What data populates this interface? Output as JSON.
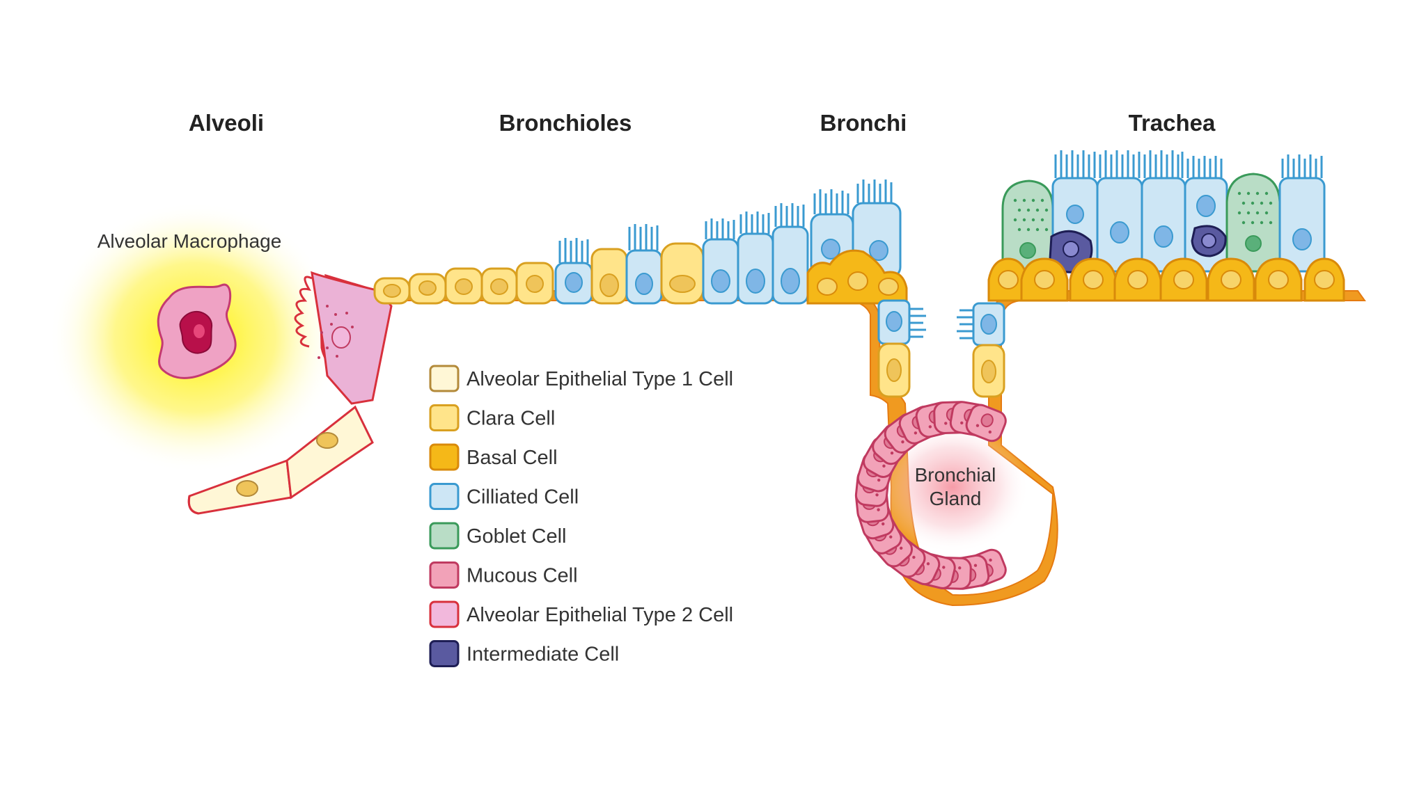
{
  "regions": {
    "alveoli": "Alveoli",
    "bronchioles": "Bronchioles",
    "bronchi": "Bronchi",
    "trachea": "Trachea"
  },
  "annotations": {
    "macrophage": "Alveolar Macrophage",
    "gland_line1": "Bronchial",
    "gland_line2": "Gland"
  },
  "legend": [
    {
      "label": "Alveolar Epithelial Type 1 Cell",
      "fill": "#FFF7D6",
      "stroke": "#B38A3A"
    },
    {
      "label": "Clara Cell",
      "fill": "#FFE48A",
      "stroke": "#D9A020"
    },
    {
      "label": "Basal Cell",
      "fill": "#F5B818",
      "stroke": "#D98A0A"
    },
    {
      "label": "Cilliated Cell",
      "fill": "#CDE6F5",
      "stroke": "#3A9AD0"
    },
    {
      "label": "Goblet Cell",
      "fill": "#B9DDC6",
      "stroke": "#3A9A5A"
    },
    {
      "label": "Mucous Cell",
      "fill": "#F2A2B8",
      "stroke": "#C03A60"
    },
    {
      "label": "Alveolar Epithelial Type 2 Cell",
      "fill": "#F2B8DC",
      "stroke": "#D8303C"
    },
    {
      "label": "Intermediate Cell",
      "fill": "#5A5AA0",
      "stroke": "#1E1E55"
    }
  ],
  "colors": {
    "tissue": "#F09A20",
    "macrophage_glow": "#FFF200",
    "gland_glow": "#F7A0A8",
    "nucleus_blue": "#7FB6E6",
    "nucleus_yellow": "#EFC45A",
    "nucleus_basal": "#F7D46A"
  }
}
